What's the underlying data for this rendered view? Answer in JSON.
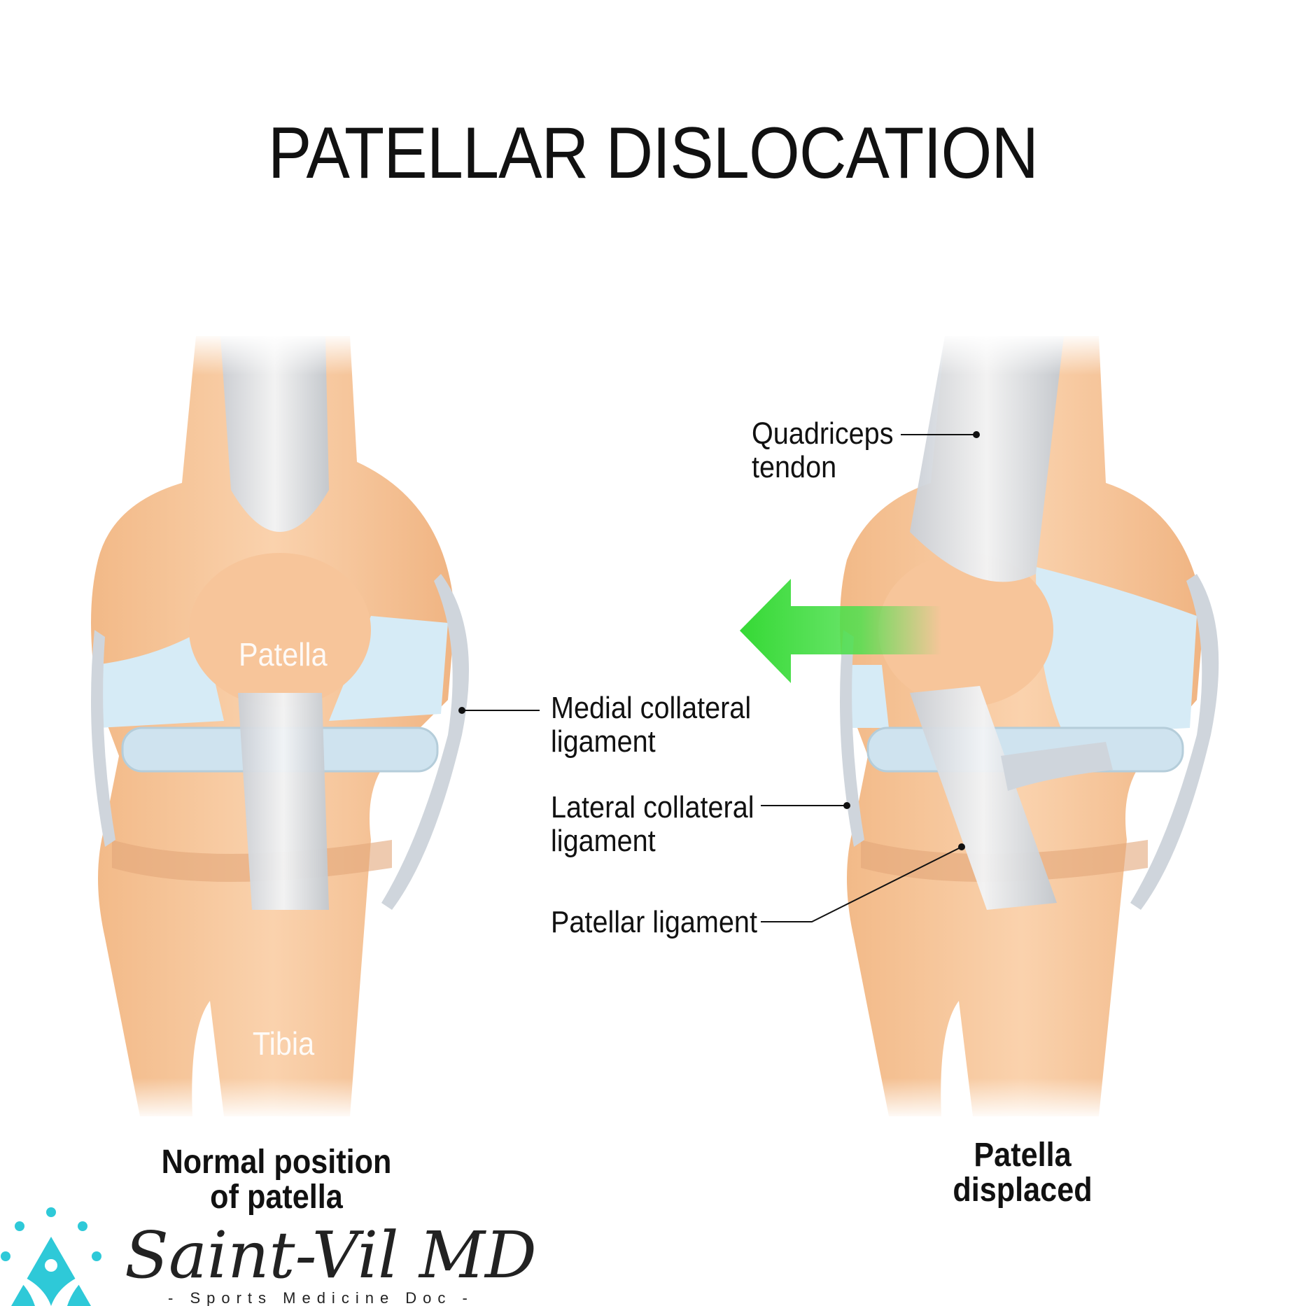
{
  "title": "PATELLAR DISLOCATION",
  "inner_labels": {
    "patella": "Patella",
    "tibia": "Tibia"
  },
  "callouts": {
    "quadriceps": [
      "Quadriceps",
      "tendon"
    ],
    "medial": [
      "Medial collateral",
      "ligament"
    ],
    "lateral": [
      "Lateral collateral",
      "ligament"
    ],
    "patellar": "Patellar ligament"
  },
  "captions": {
    "normal": [
      "Normal position",
      "of patella"
    ],
    "displaced": [
      "Patella",
      "displaced"
    ]
  },
  "logo": {
    "name": "Saint-Vil MD",
    "tagline": "- Sports Medicine Doc -"
  },
  "colors": {
    "bone": "#f6c79b",
    "cartilage": "#d6ebf6",
    "ligament": "#d9dde2",
    "arrow": "#3fdc3f",
    "logo": "#2ec9d8"
  }
}
